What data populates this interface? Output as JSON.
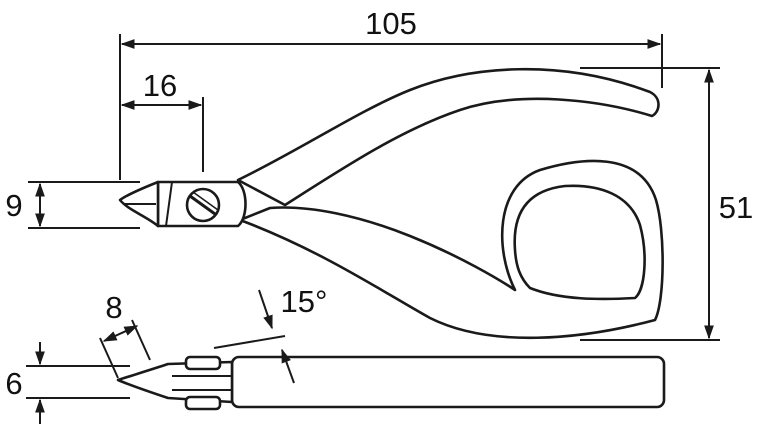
{
  "diagram": {
    "dimensions": {
      "overall_length": "105",
      "jaw_length": "16",
      "jaw_width": "9",
      "handle_spread": "51",
      "tip_length": "8",
      "head_angle": "15°",
      "head_thickness": "6"
    },
    "colors": {
      "line": "#1a1a1a",
      "background": "#ffffff"
    }
  }
}
